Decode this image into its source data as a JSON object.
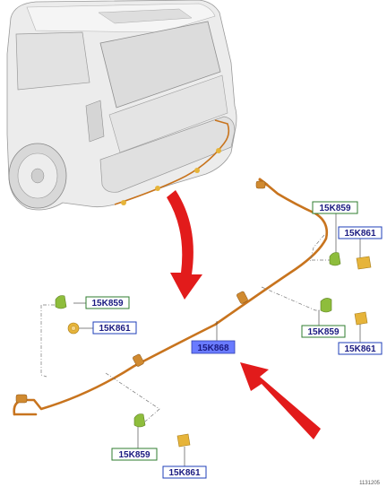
{
  "labels": {
    "sensor_top_right": "15K859",
    "bracket_top_right": "15K861",
    "sensor_left": "15K859",
    "bracket_left": "15K861",
    "harness_main": "15K868",
    "sensor_mid_right": "15K859",
    "bracket_mid_right": "15K861",
    "sensor_bottom": "15K859",
    "bracket_bottom": "15K861"
  },
  "reference_code": "1131205",
  "colors": {
    "sensor_label_border": "#2f7d2f",
    "bracket_label_border": "#1f3fb8",
    "label_text": "#1a1a80",
    "harness_label_fill": "#6a7bff",
    "harness_wire": "#c8741e",
    "sensor_body": "#8ebd3c",
    "bracket_body": "#e6b43a",
    "arrow_red": "#e21b1b",
    "vehicle_body": "#e9e9e9",
    "vehicle_outline": "#9a9a9a"
  }
}
